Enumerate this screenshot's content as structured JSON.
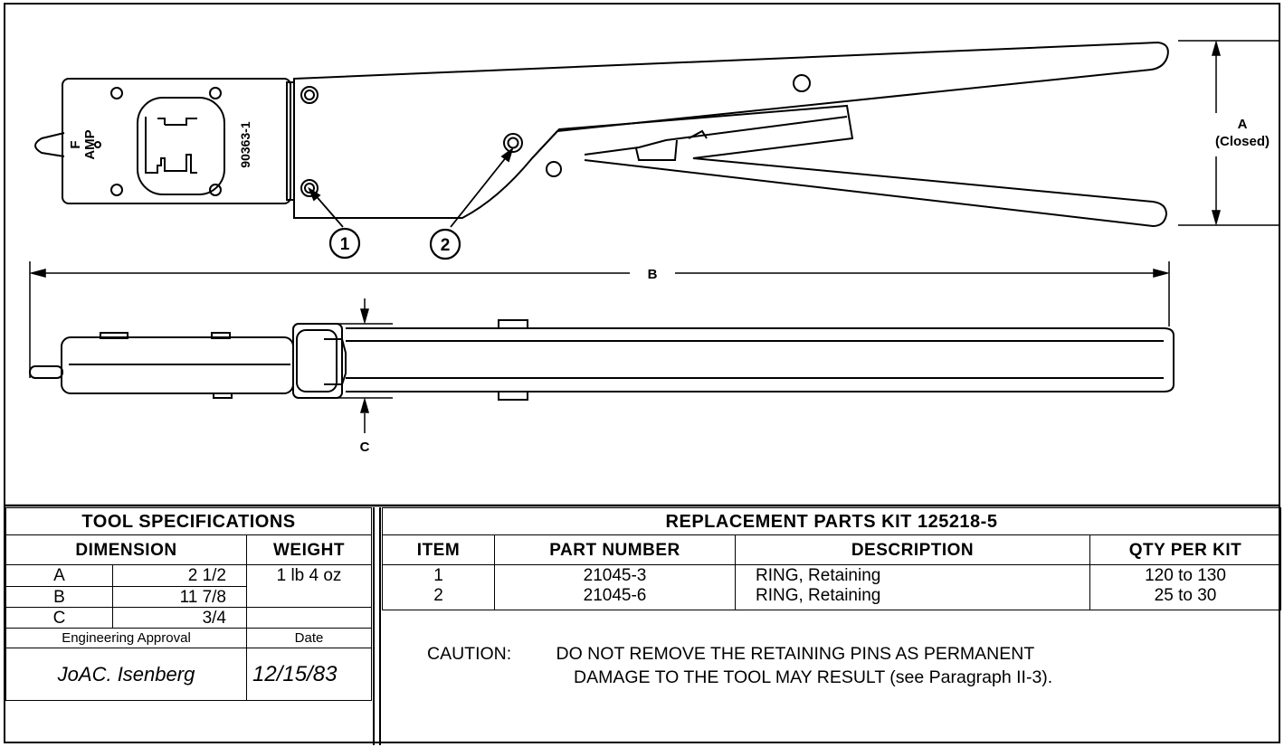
{
  "drawing": {
    "tool_marking_letter": "F",
    "tool_marking_brand": "AMP",
    "tool_number": "90363-1",
    "callouts": [
      "1",
      "2"
    ],
    "dimension_labels": {
      "a": "A",
      "a_note": "(Closed)",
      "b": "B",
      "c": "C"
    }
  },
  "tool_specifications": {
    "title": "TOOL SPECIFICATIONS",
    "dimension_header": "DIMENSION",
    "weight_header": "WEIGHT",
    "rows": [
      {
        "dim": "A",
        "value": "2 1/2"
      },
      {
        "dim": "B",
        "value": "11 7/8"
      },
      {
        "dim": "C",
        "value": "3/4"
      }
    ],
    "weight": "1 lb 4 oz",
    "approval_label": "Engineering Approval",
    "date_label": "Date",
    "signature": "JoAC. Isenberg",
    "date": "12/15/83"
  },
  "replacement_parts": {
    "title": "REPLACEMENT PARTS KIT 125218-5",
    "columns": [
      "ITEM",
      "PART NUMBER",
      "DESCRIPTION",
      "QTY PER KIT"
    ],
    "rows": [
      {
        "item": "1",
        "part_number": "21045-3",
        "description": "RING, Retaining",
        "qty": "120 to 130"
      },
      {
        "item": "2",
        "part_number": "21045-6",
        "description": "RING, Retaining",
        "qty": "25 to 30"
      }
    ]
  },
  "caution": {
    "label": "CAUTION:",
    "line1": "DO NOT REMOVE THE RETAINING PINS AS PERMANENT",
    "line2": "DAMAGE TO THE TOOL MAY RESULT (see Paragraph II-3)."
  }
}
